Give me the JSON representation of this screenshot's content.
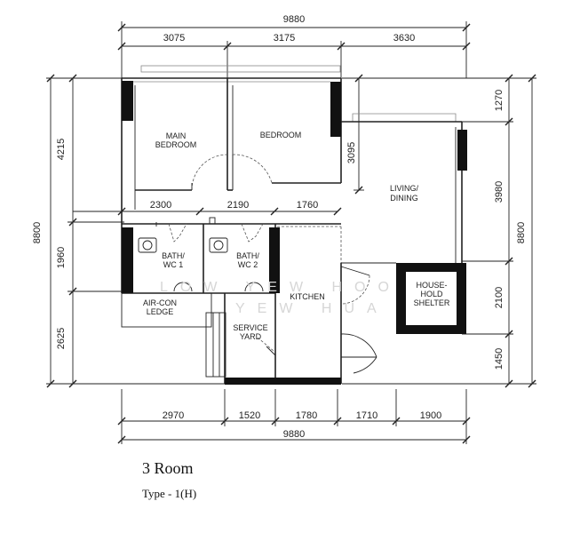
{
  "dimensions": {
    "top_total": "9880",
    "top_segments": [
      "3075",
      "3175",
      "3630"
    ],
    "bottom_segments": [
      "2970",
      "1520",
      "1780",
      "1710",
      "1900"
    ],
    "bottom_total": "9880",
    "interior_segments": [
      "2300",
      "2190",
      "1760"
    ],
    "left_total": "8800",
    "left_segments": [
      "4215",
      "1960",
      "2625"
    ],
    "right_total": "8800",
    "right_segments": [
      "1270",
      "3980",
      "2100",
      "1450"
    ],
    "window_bay": "3095"
  },
  "rooms": {
    "main_bedroom": [
      "MAIN",
      "BEDROOM"
    ],
    "bedroom": "BEDROOM",
    "living_dining": [
      "LIVING/",
      "DINING"
    ],
    "bath1": [
      "BATH/",
      "WC 1"
    ],
    "bath2": [
      "BATH/",
      "WC 2"
    ],
    "kitchen": "KITCHEN",
    "aircon": [
      "AIR-CON",
      "LEDGE"
    ],
    "service_yard": [
      "SERVICE",
      "YARD"
    ],
    "shelter": [
      "HOUSE-",
      "HOLD",
      "SHELTER"
    ]
  },
  "watermark": [
    "LOW YEW HOO",
    "YEW HUA"
  ],
  "caption": {
    "title": "3 Room",
    "subtitle": "Type - 1(H)"
  }
}
